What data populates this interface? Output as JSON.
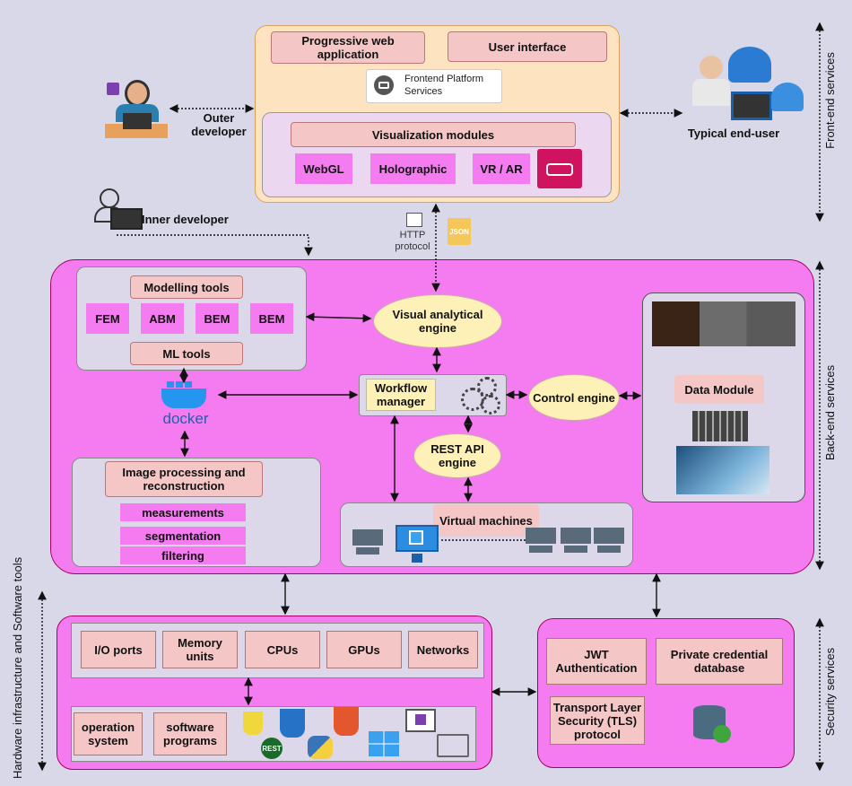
{
  "frontend": {
    "pwa": "Progressive web application",
    "ui": "User interface",
    "platform": "Frontend Platform Services",
    "viz": "Visualization modules",
    "webgl": "WebGL",
    "holo": "Holographic",
    "vrar": "VR / AR"
  },
  "actors": {
    "outer": "Outer developer",
    "enduser": "Typical end-user",
    "inner": "Inner developer"
  },
  "http": {
    "label": "HTTP protocol",
    "json": "JSON"
  },
  "backend": {
    "modelling": "Modelling tools",
    "fem": "FEM",
    "abm": "ABM",
    "bem1": "BEM",
    "bem2": "BEM",
    "ml": "ML tools",
    "docker": "docker",
    "visual_engine": "Visual analytical engine",
    "workflow": "Workflow manager",
    "control": "Control engine",
    "rest": "REST API engine",
    "vm": "Virtual machines",
    "data_module": "Data Module",
    "imgproc": "Image processing and reconstruction",
    "measurements": "measurements",
    "segmentation": "segmentation",
    "filtering": "filtering"
  },
  "hardware": {
    "io": "I/O ports",
    "memory": "Memory units",
    "cpus": "CPUs",
    "gpus": "GPUs",
    "networks": "Networks",
    "os": "operation system",
    "software": "software programs",
    "rest": "REST"
  },
  "security": {
    "jwt": "JWT Authentication",
    "private": "Private credential database",
    "tls": "Transport Layer Security (TLS) protocol"
  },
  "side": {
    "front": "Front-end services",
    "back": "Back-end services",
    "sec": "Security services",
    "hw": "Hardware infrastructure and Software tools"
  },
  "colors": {
    "magenta": "#f57cf0",
    "pink": "#f4c6c6",
    "yellow": "#fdf1b8",
    "orange": "#fde3c0"
  }
}
